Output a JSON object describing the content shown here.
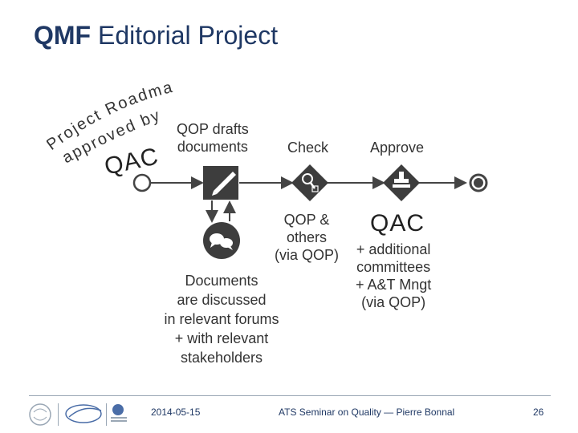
{
  "slide": {
    "title_bold": "QMF",
    "title_rest": " Editorial Project",
    "curved_line1": "Project Roadmap",
    "curved_line2": "approved by",
    "curved_qac": "QAC",
    "step_drafts": [
      "QOP drafts",
      "documents"
    ],
    "step_check": "Check",
    "step_approve": "Approve",
    "check_by": [
      "QOP &",
      "others",
      "(via QOP)"
    ],
    "approve_by_title": "QAC",
    "approve_by": [
      "+ additional",
      "committees",
      "+ A&T Mngt",
      "(via QOP)"
    ],
    "discussion": [
      "Documents",
      "are discussed",
      "in relevant forums",
      "+ with relevant",
      "stakeholders"
    ]
  },
  "footer": {
    "date": "2014-05-15",
    "event": "ATS Seminar on Quality — Pierre Bonnal",
    "page": "26"
  },
  "colors": {
    "title": "#1f3864",
    "icon_dark": "#3d3d3d",
    "line": "#555555"
  },
  "icons": [
    "start-circle-icon",
    "pen-edit-icon",
    "magnifier-check-icon",
    "stamp-approve-icon",
    "end-circle-icon",
    "discussion-bubbles-icon"
  ]
}
